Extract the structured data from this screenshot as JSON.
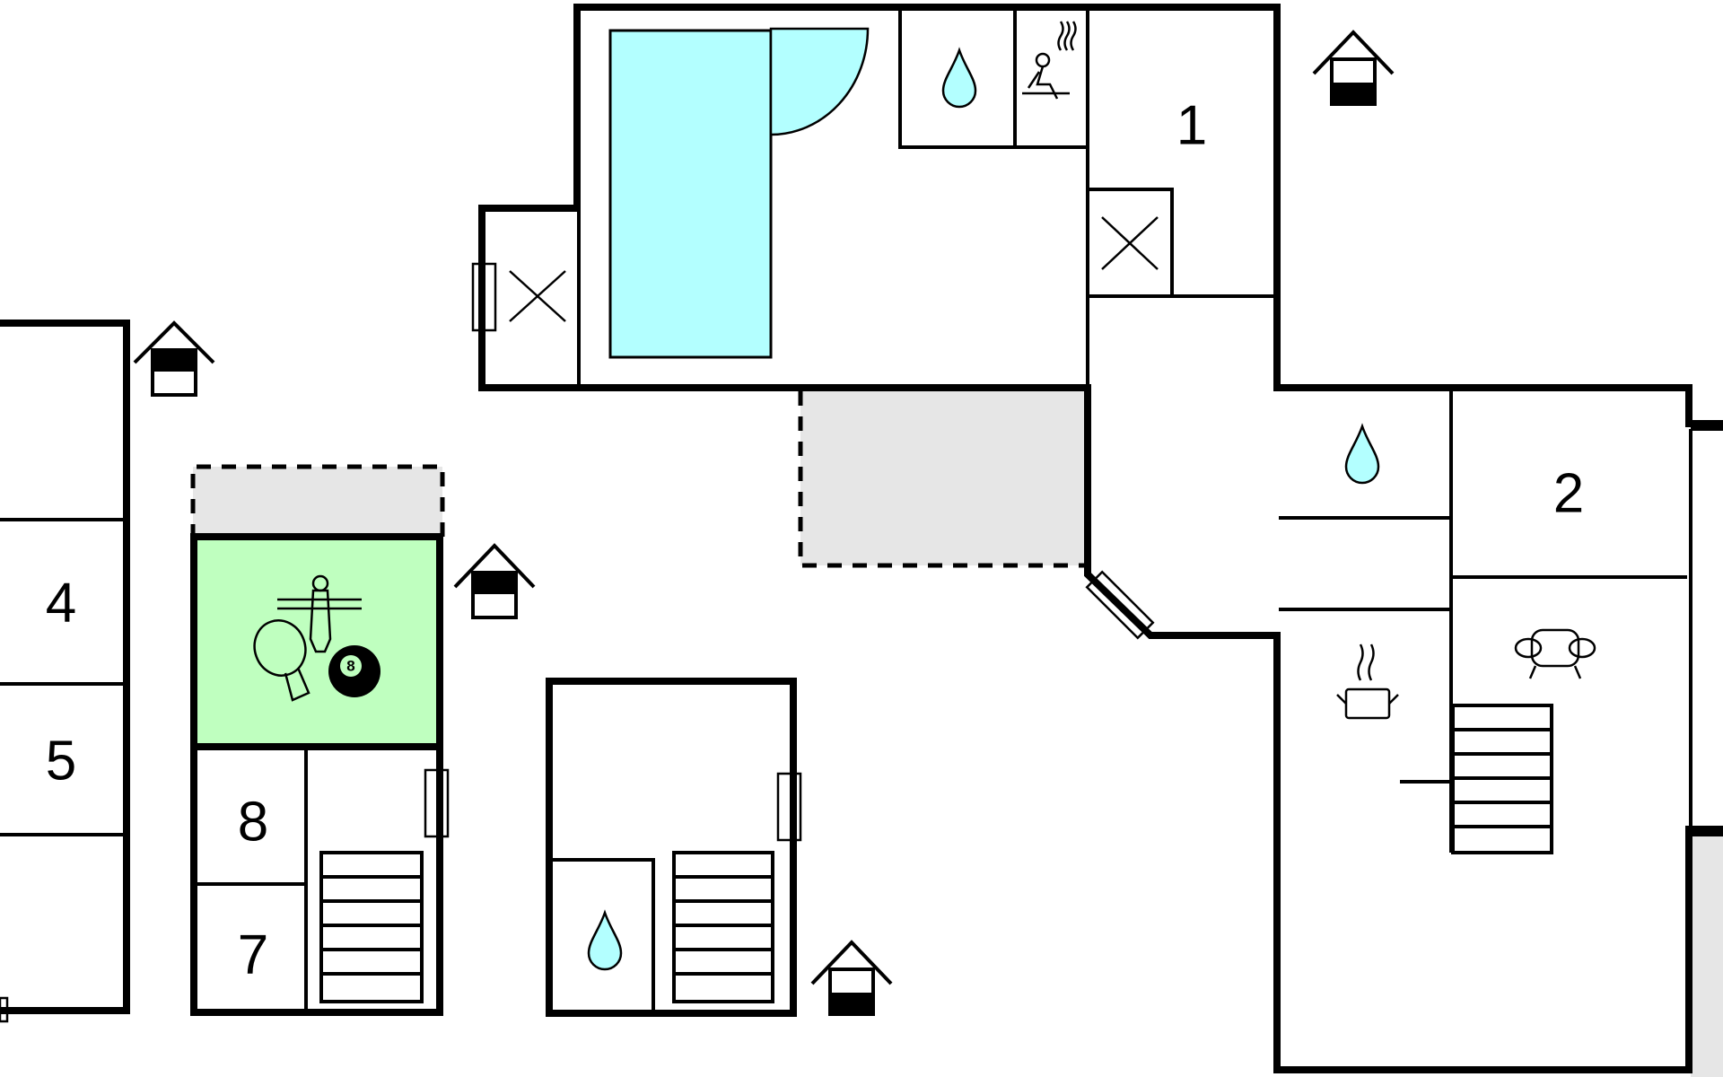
{
  "colors": {
    "pool": "#b3ffff",
    "game_room": "#bfffbf",
    "terrace": "#e6e6e6",
    "water": "#b3ffff",
    "wall": "#000000"
  },
  "rooms": {
    "r1": "1",
    "r2": "2",
    "r4": "4",
    "r5": "5",
    "r7": "7",
    "r8": "8"
  },
  "billiard_ball": "8",
  "icons": [
    "house-icon",
    "water-drop-icon",
    "sauna-icon",
    "pool-icon",
    "ping-pong-icon",
    "table-football-icon",
    "billiard-ball-icon",
    "cooking-pot-icon",
    "sofa-icon",
    "stairs-icon",
    "window-icon",
    "door-icon"
  ]
}
